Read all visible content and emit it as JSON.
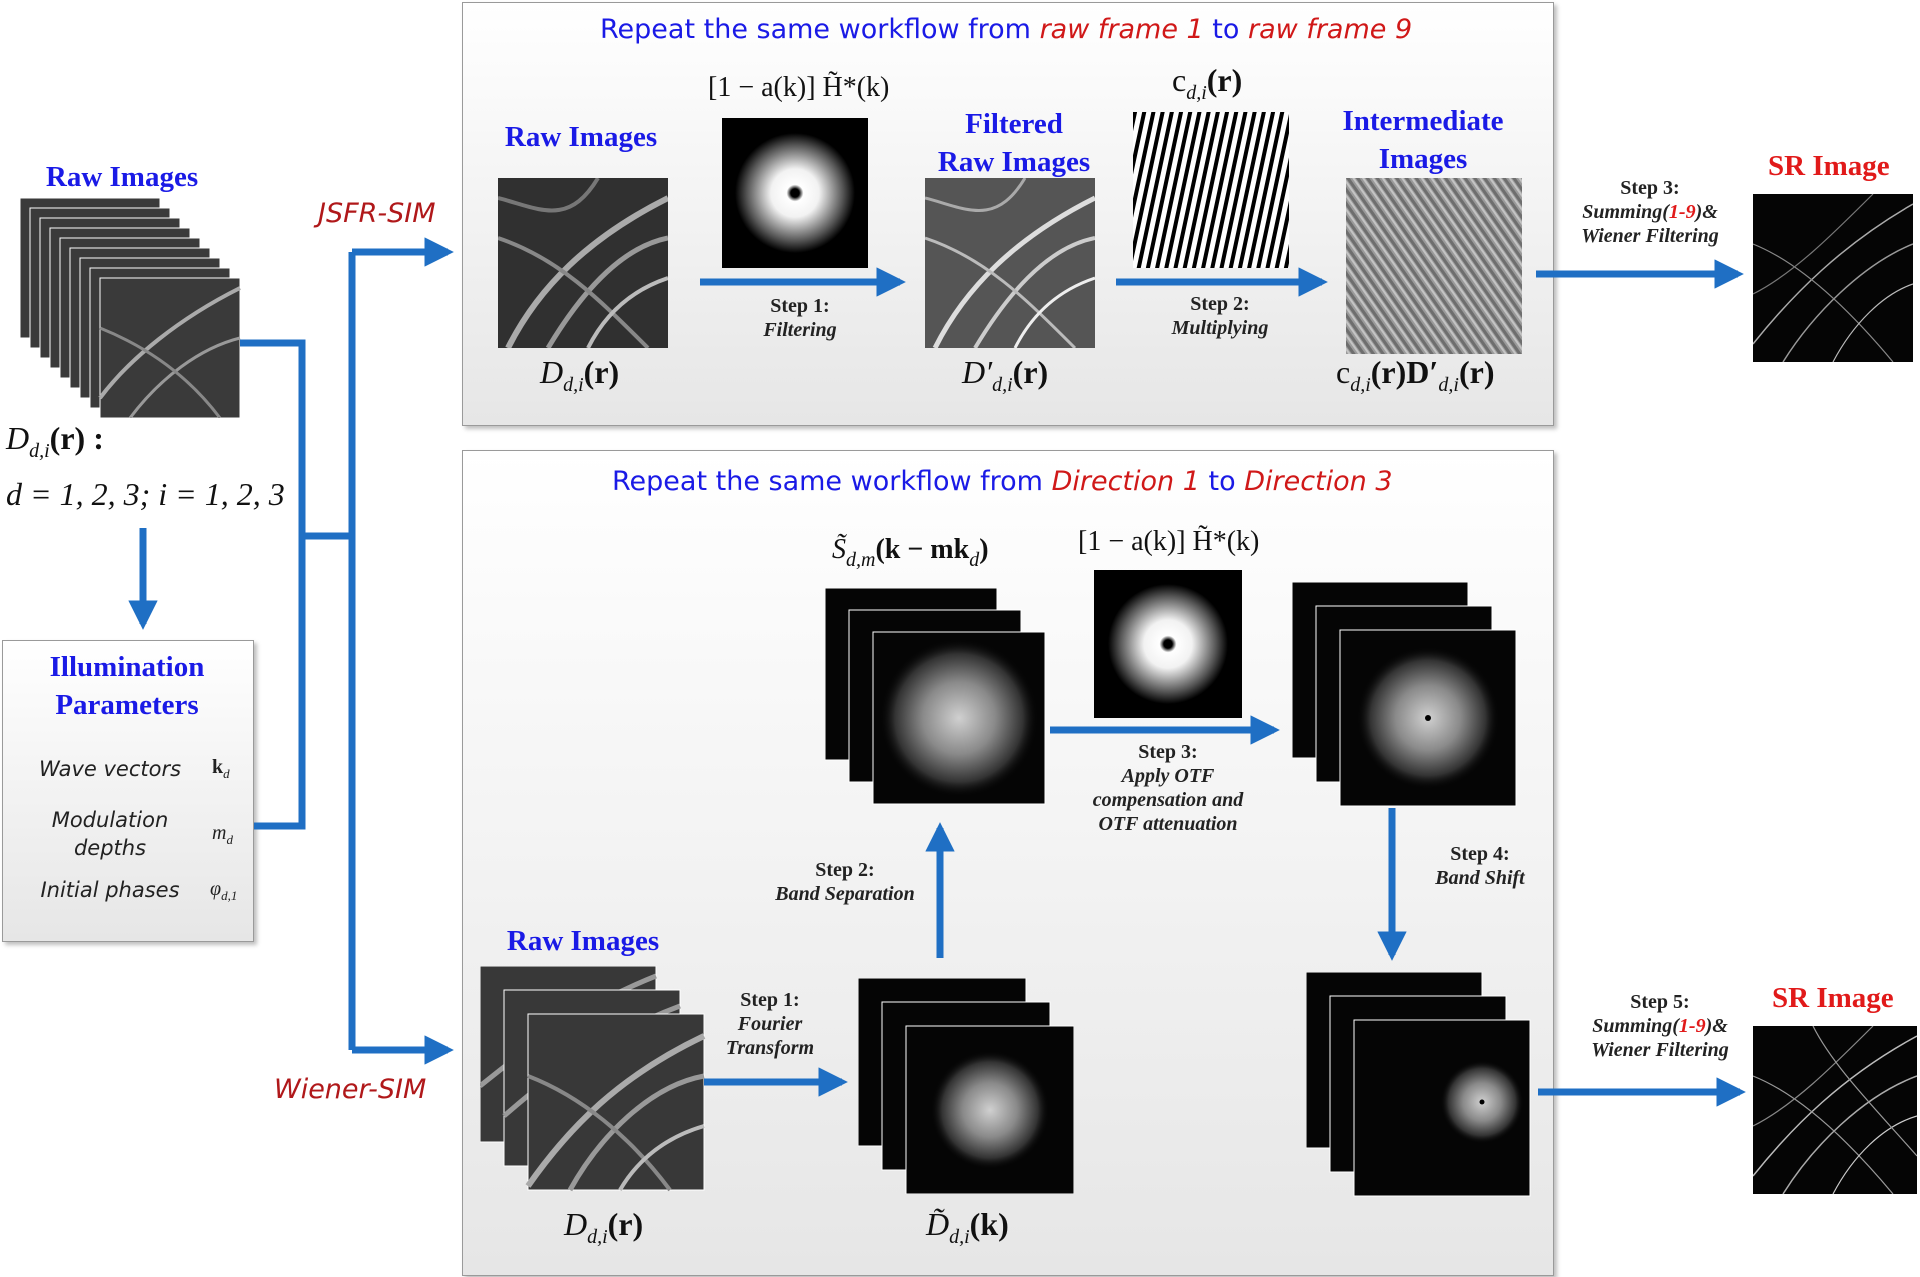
{
  "colors": {
    "arrow": "#1f6fc4",
    "heading": "#1a1ae6",
    "highlight": "#e11a1a",
    "method": "#b0181a"
  },
  "left": {
    "raw_title": "Raw Images",
    "formula_1": "D",
    "formula_1_sub": "d,i",
    "formula_1_rest": "(r) :",
    "formula_2": "d = 1, 2, 3; i = 1, 2, 3",
    "illum_title_1": "Illumination",
    "illum_title_2": "Parameters",
    "params": [
      {
        "label": "Wave vectors",
        "symbol": "k",
        "sub": "d"
      },
      {
        "label_1": "Modulation",
        "label_2": "depths",
        "symbol": "m",
        "sub": "d"
      },
      {
        "label": "Initial phases",
        "symbol": "φ",
        "sub": "d,1"
      }
    ]
  },
  "methods": {
    "top": "JSFR-SIM",
    "bottom": "Wiener-SIM"
  },
  "top_panel": {
    "repeat_pre": "Repeat the same workflow from ",
    "repeat_a": "raw frame 1",
    "repeat_mid": " to ",
    "repeat_b": "raw frame 9",
    "raw_title": "Raw Images",
    "filter_formula": "[1 − a(k)] H̃*(k)",
    "filtered_title_1": "Filtered",
    "filtered_title_2": "Raw Images",
    "c_formula": "c",
    "c_sub": "d,i",
    "c_rest": "(r)",
    "inter_title_1": "Intermediate",
    "inter_title_2": "Images",
    "step1_title": "Step 1:",
    "step1_desc": "Filtering",
    "step2_title": "Step 2:",
    "step2_desc": "Multiplying",
    "label_raw": "D",
    "label_raw_sub": "d,i",
    "label_raw_rest": "(r)",
    "label_filtered": "D′",
    "label_filtered_sub": "d,i",
    "label_filtered_rest": "(r)",
    "label_inter": "c",
    "label_inter_sub": "d,i",
    "label_inter_mid": "(r)D′",
    "label_inter_sub2": "d,i",
    "label_inter_rest": "(r)",
    "step3_title": "Step 3:",
    "step3_desc_1a": "Summing(",
    "step3_desc_1b": "1-9",
    "step3_desc_1c": ")&",
    "step3_desc_2": "Wiener Filtering",
    "sr_title": "SR Image"
  },
  "bottom_panel": {
    "repeat_pre": "Repeat the same workflow from ",
    "repeat_a": "Direction 1",
    "repeat_mid": " to ",
    "repeat_b": "Direction 3",
    "raw_title": "Raw Images",
    "label_raw": "D",
    "label_raw_sub": "d,i",
    "label_raw_rest": "(r)",
    "label_ft": "D̃",
    "label_ft_sub": "d,i",
    "label_ft_rest": "(k)",
    "label_sep": "S̃",
    "label_sep_sub": "d,m",
    "label_sep_rest": "(k − mk",
    "label_sep_sub2": "d",
    "label_sep_end": ")",
    "filter_formula": "[1 − a(k)] H̃*(k)",
    "step1_title": "Step 1:",
    "step1_desc_1": "Fourier",
    "step1_desc_2": "Transform",
    "step2_title": "Step 2:",
    "step2_desc": "Band Separation",
    "step3_title": "Step 3:",
    "step3_desc_1": "Apply OTF",
    "step3_desc_2": "compensation and",
    "step3_desc_3": "OTF attenuation",
    "step4_title": "Step 4:",
    "step4_desc": "Band Shift",
    "step5_title": "Step 5:",
    "step5_desc_1a": "Summing(",
    "step5_desc_1b": "1-9",
    "step5_desc_1c": ")&",
    "step5_desc_2": "Wiener Filtering",
    "sr_title": "SR Image"
  }
}
